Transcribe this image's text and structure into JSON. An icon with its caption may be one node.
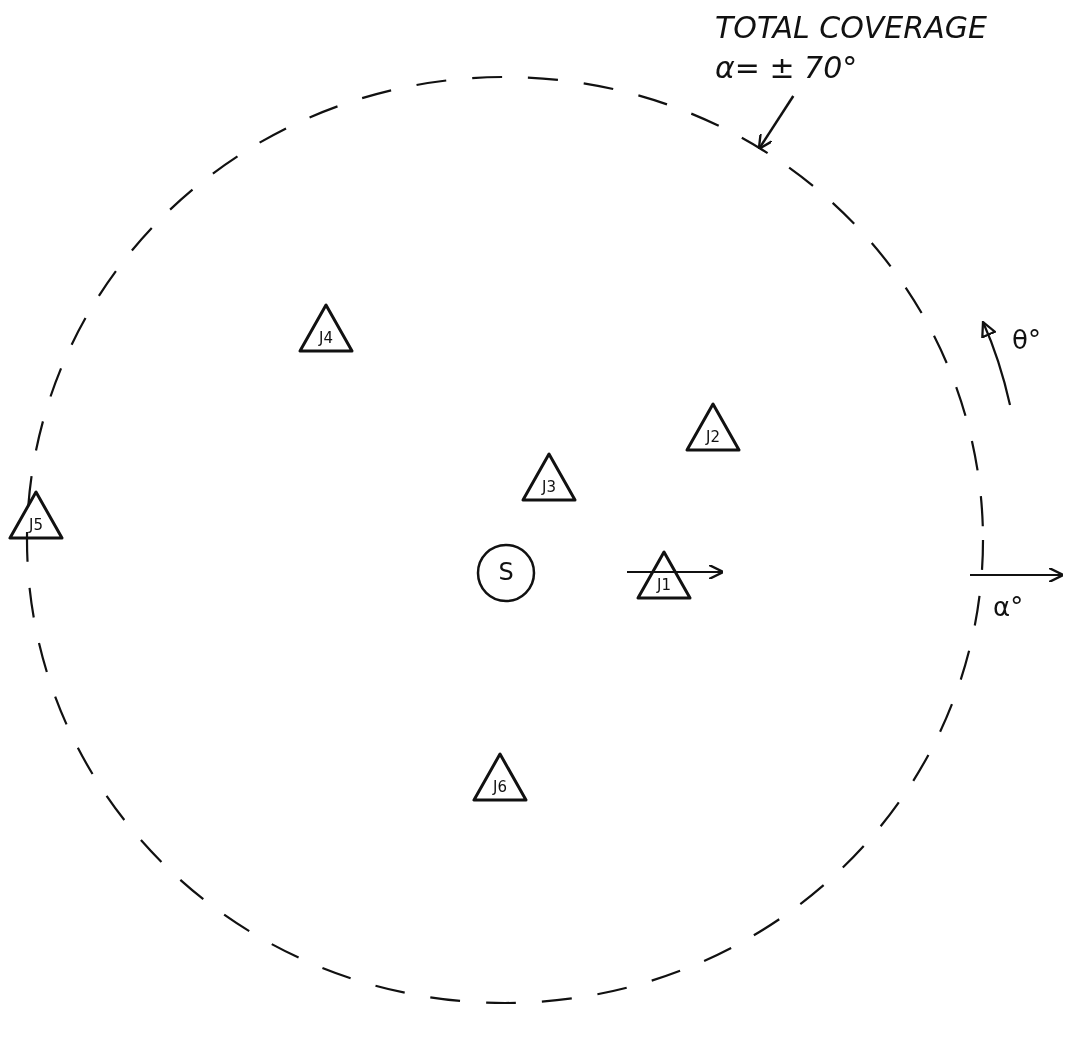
{
  "diagram": {
    "nodes": [
      {
        "text": [
          "TOTAL COVERAGE α= ± 70°"
        ]
      },
      {
        "text": [],
        "shape": "circle"
      },
      {
        "text": [
          "J4"
        ],
        "in": 1
      },
      {
        "text": [
          "J2"
        ],
        "in": 1
      },
      {
        "text": [
          "J3"
        ],
        "in": 1
      },
      {
        "text": [
          "J5"
        ]
      },
      {
        "text": [
          "S"
        ],
        "in": 1
      },
      {
        "text": [
          "J1"
        ],
        "in": 1
      },
      {
        "text": [
          "J6"
        ],
        "in": 1
      }
    ],
    "edges": [
      {
        "from": 0,
        "to": 1,
        "arrow": "to"
      }
    ],
    "labels": [
      "θ°",
      "α°"
    ]
  }
}
